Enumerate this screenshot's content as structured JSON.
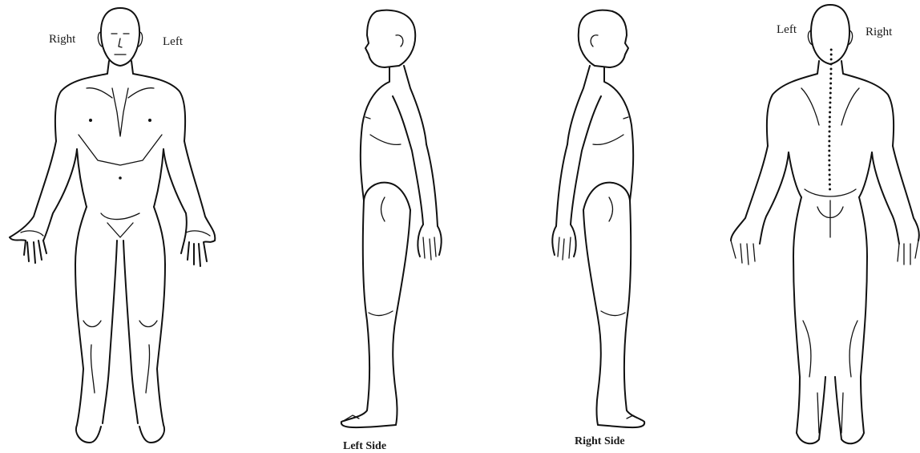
{
  "labels": {
    "front_right": "Right",
    "front_left": "Left",
    "back_left": "Left",
    "back_right": "Right",
    "left_side": "Left Side",
    "right_side": "Right Side"
  },
  "figures": [
    {
      "view": "front"
    },
    {
      "view": "left-side"
    },
    {
      "view": "right-side"
    },
    {
      "view": "back"
    }
  ],
  "colors": {
    "line": "#111111",
    "background": "#ffffff",
    "text": "#1a1a1a"
  }
}
